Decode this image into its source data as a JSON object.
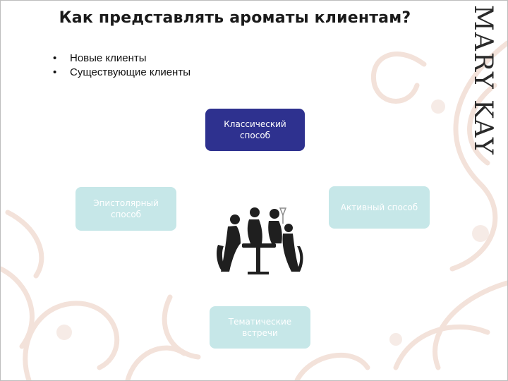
{
  "slide": {
    "title": "Как представлять ароматы клиентам?",
    "brand": "MARY KAY"
  },
  "bullets": [
    "Новые клиенты",
    "Существующие клиенты"
  ],
  "diagram": {
    "center": "Классический способ",
    "left": "Эпистолярный способ",
    "right": "Активный способ",
    "bottom": "Тематические встречи"
  },
  "colors": {
    "main_node": "#2e318f",
    "light_node": "#c6e7e8",
    "ornament": "#f3e2da"
  },
  "icons": {
    "illustration": "women-at-table-silhouette"
  }
}
